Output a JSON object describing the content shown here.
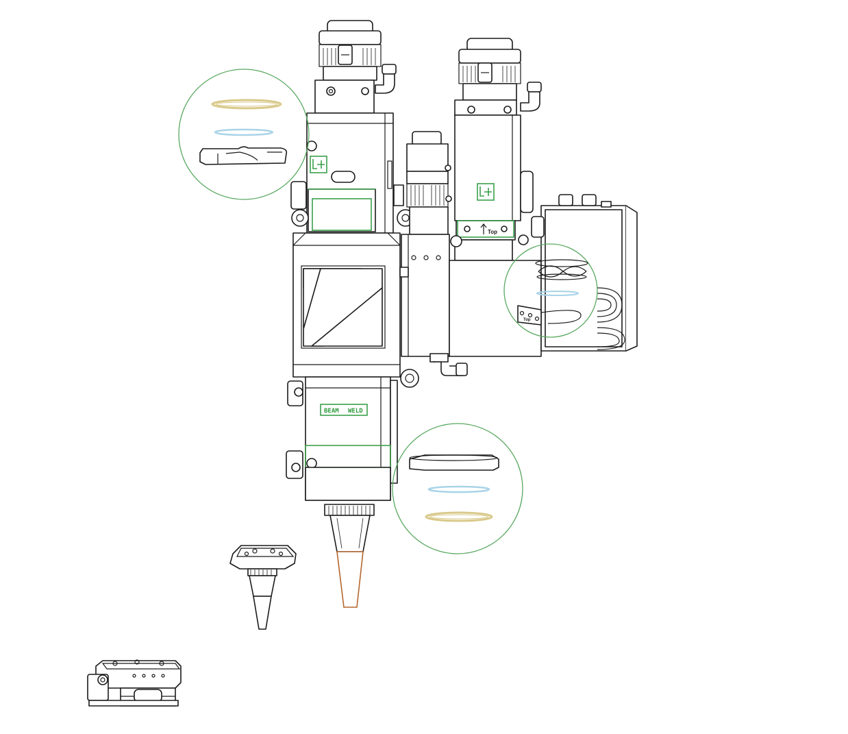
{
  "labels": {
    "weld_plate_word1": "BEAM",
    "weld_plate_word2": "WELD",
    "top_marking_main": "Top",
    "top_marking_small": "Top"
  },
  "colors": {
    "line": "#1a1a1a",
    "brand_green": "#3aa04a",
    "callout_green": "#58a85f",
    "seal_ring_gold": "#d9c98a",
    "lens_blue": "#a9d3e8",
    "nozzle_copper": "#b5662e"
  },
  "icons": {
    "logo_badge": "logo-badge-icon",
    "fitting": "air-fitting-icon",
    "screw": "screw-icon"
  }
}
